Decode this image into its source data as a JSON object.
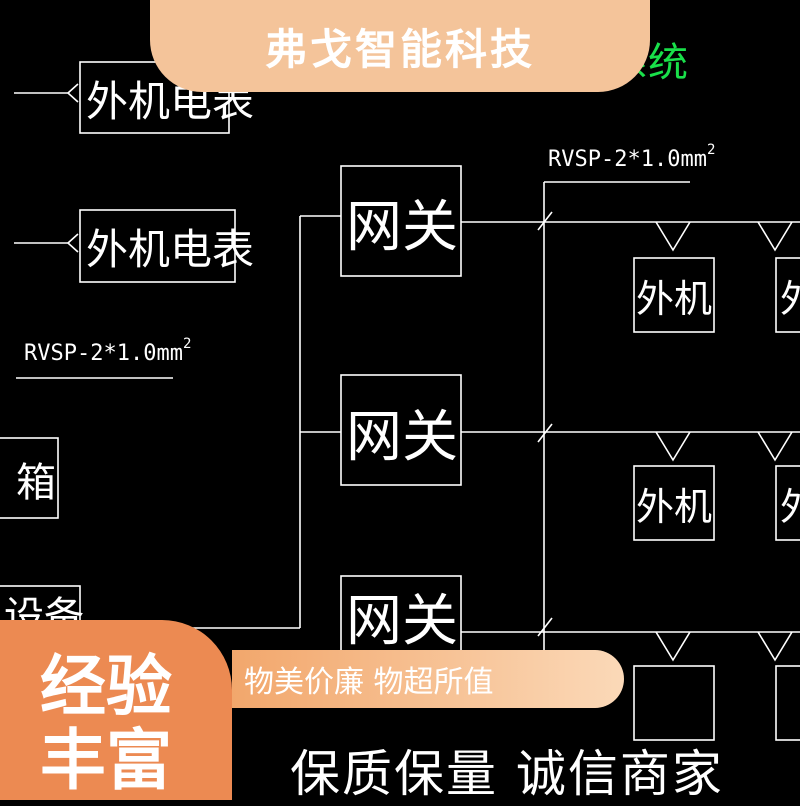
{
  "diagram": {
    "title_fragment": "系统",
    "meter_label": "外机电表",
    "cable_spec_left": "RVSP-2*1.0mm",
    "cable_spec_right": "RVSP-2*1.0mm",
    "sup": "2",
    "box_fragment": "箱",
    "device_fragment": "设备",
    "gateway_label": "网关",
    "outdoor_unit_label": "外机",
    "right_fragment": "外"
  },
  "overlay": {
    "brand": "弗戈智能科技",
    "badge_line1": "经验",
    "badge_line2": "丰富",
    "pill_text": "物美价廉  物超所值",
    "slogan": "保质保量  诚信商家"
  },
  "colors": {
    "background": "#000000",
    "accent_green": "#19e04a",
    "banner": "#f4c49a",
    "badge": "#ec8a52"
  }
}
